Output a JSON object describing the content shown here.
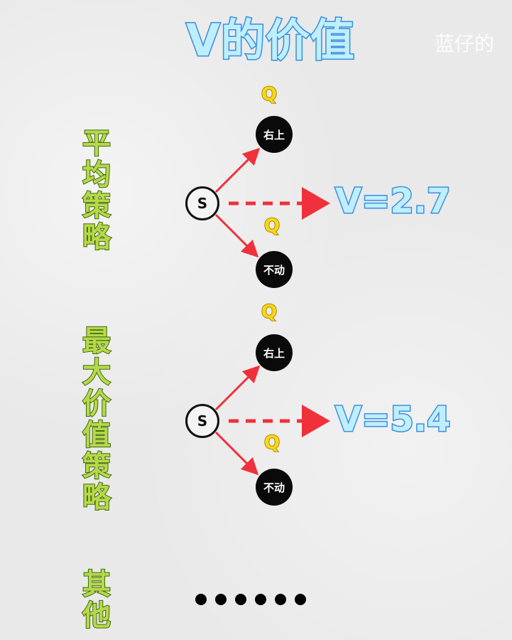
{
  "title": "V的价值",
  "watermark": "蓝仔的",
  "sections": [
    {
      "label_chars": [
        "平",
        "均",
        "策",
        "略"
      ],
      "state": "S",
      "actions": [
        {
          "q_label": "Q",
          "action": "右上"
        },
        {
          "q_label": "Q",
          "action": "不动"
        }
      ],
      "value_text": "V=2.7"
    },
    {
      "label_chars": [
        "最",
        "大",
        "价",
        "值",
        "策",
        "略"
      ],
      "state": "S",
      "actions": [
        {
          "q_label": "Q",
          "action": "右上"
        },
        {
          "q_label": "Q",
          "action": "不动"
        }
      ],
      "value_text": "V=5.4"
    },
    {
      "label_chars": [
        "其",
        "他"
      ],
      "ellipsis_count": 6
    }
  ],
  "colors": {
    "title_fill": "#bfefff",
    "title_stroke": "#3b8fe0",
    "label_fill": "#b7d84a",
    "label_stroke": "#3f6b0c",
    "arrow": "#f0303a",
    "q_fill": "#f7d81a",
    "node_dark": "#0a0a0a"
  }
}
